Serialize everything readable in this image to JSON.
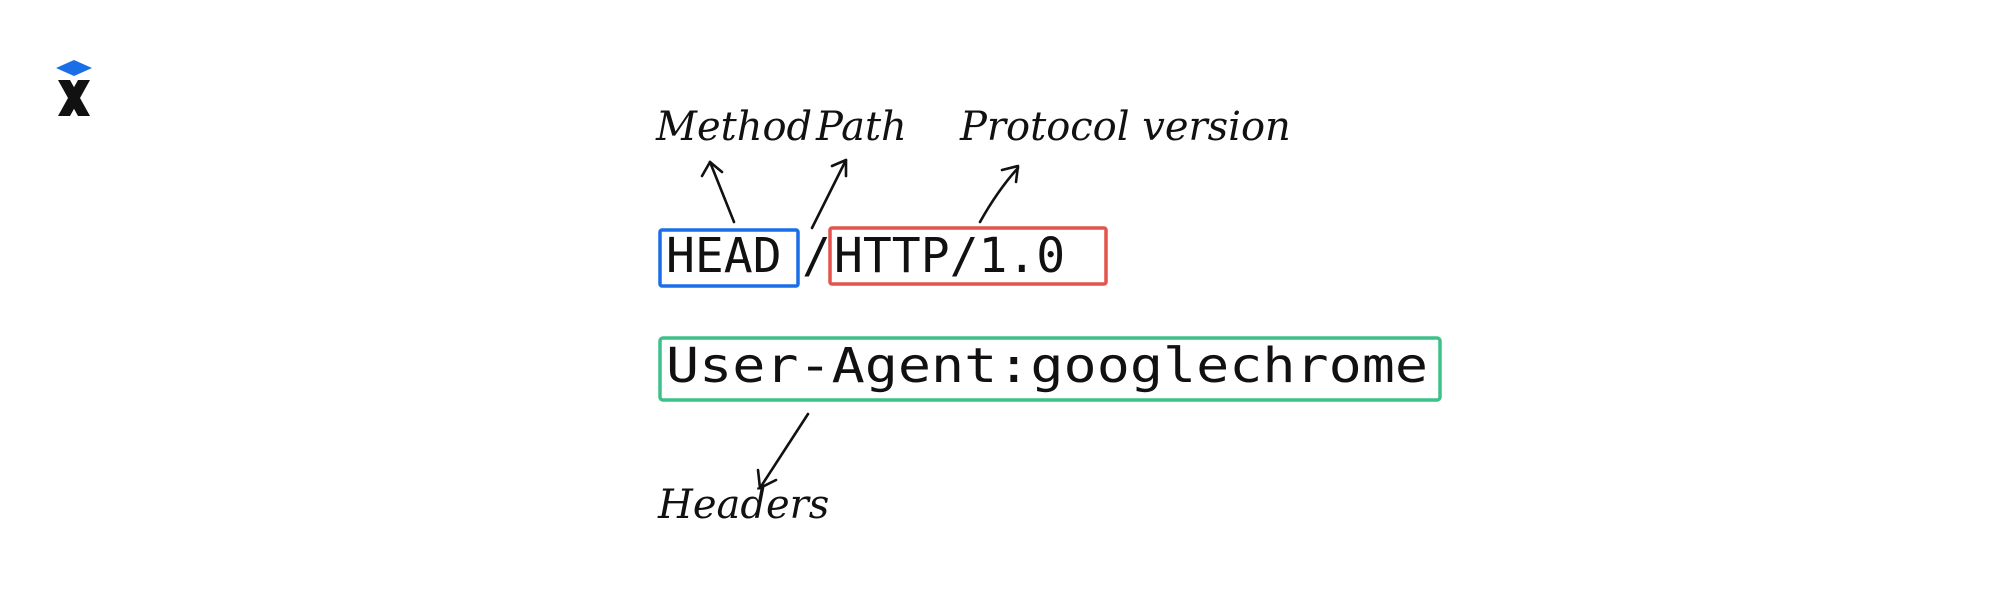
{
  "diagram": {
    "request_line": {
      "method": "HEAD",
      "path": "/",
      "protocol": "HTTP/1.0"
    },
    "header_line": "User-Agent:googlechrome",
    "labels": {
      "method": "Method",
      "path": "Path",
      "protocol": "Protocol version",
      "headers": "Headers"
    }
  },
  "colors": {
    "method_box": "#1a6fe8",
    "protocol_box": "#e5544b",
    "headers_box": "#3ec08a",
    "logo_accent": "#1a6fe8",
    "ink": "#111111"
  },
  "icons": {
    "logo": "x-logo-icon"
  }
}
